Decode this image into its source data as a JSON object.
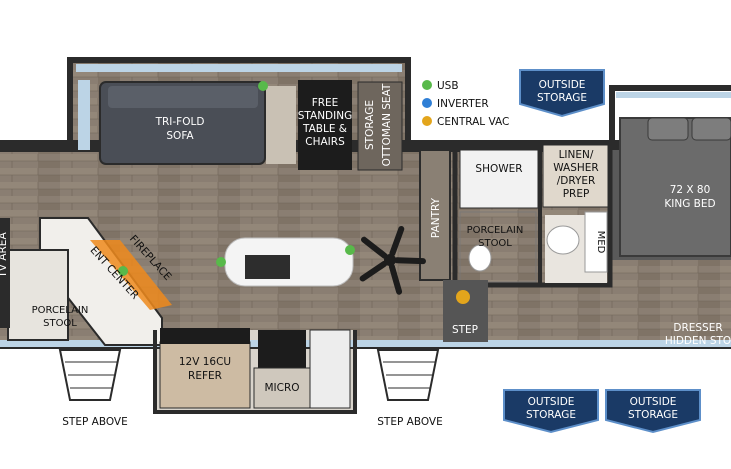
{
  "colors": {
    "usb": "#58b94a",
    "inverter": "#2f7fd6",
    "central_vac": "#e3a51c",
    "badge": "#1a3a66",
    "wood": "#8a7d70",
    "wall": "#2b2b2b",
    "slide_blue": "#bcd4e6"
  },
  "legend": {
    "usb": "USB",
    "inverter": "INVERTER",
    "central_vac": "CENTRAL VAC"
  },
  "badges": {
    "top": [
      "OUTSIDE",
      "STORAGE"
    ],
    "bottom_left": [
      "OUTSIDE",
      "STORAGE"
    ],
    "bottom_right": [
      "OUTSIDE",
      "STORAGE"
    ]
  },
  "labels": {
    "sofa": [
      "TRI-FOLD",
      "SOFA"
    ],
    "table": [
      "FREE",
      "STANDING",
      "TABLE &",
      "CHAIRS"
    ],
    "ottoman_1": "STORAGE",
    "ottoman_2": "OTTOMAN SEAT",
    "shower": "SHOWER",
    "linen": [
      "LINEN/",
      "WASHER",
      "/DRYER",
      "PREP"
    ],
    "bed": [
      "72 X 80",
      "KING BED"
    ],
    "pantry": "PANTRY",
    "stool_center": [
      "PORCELAIN",
      "STOOL"
    ],
    "med": "MED",
    "step": "STEP",
    "dresser": [
      "DRESSER",
      "HIDDEN STO"
    ],
    "tv_area": "TV AREA",
    "fireplace": "FIREPLACE",
    "ent_center": "ENT CENTER",
    "stool_left": [
      "PORCELAIN",
      "STOOL"
    ],
    "refer": [
      "12V 16CU",
      "REFER"
    ],
    "micro": "MICRO",
    "step_above_left": "STEP ABOVE",
    "step_above_right": "STEP ABOVE"
  }
}
